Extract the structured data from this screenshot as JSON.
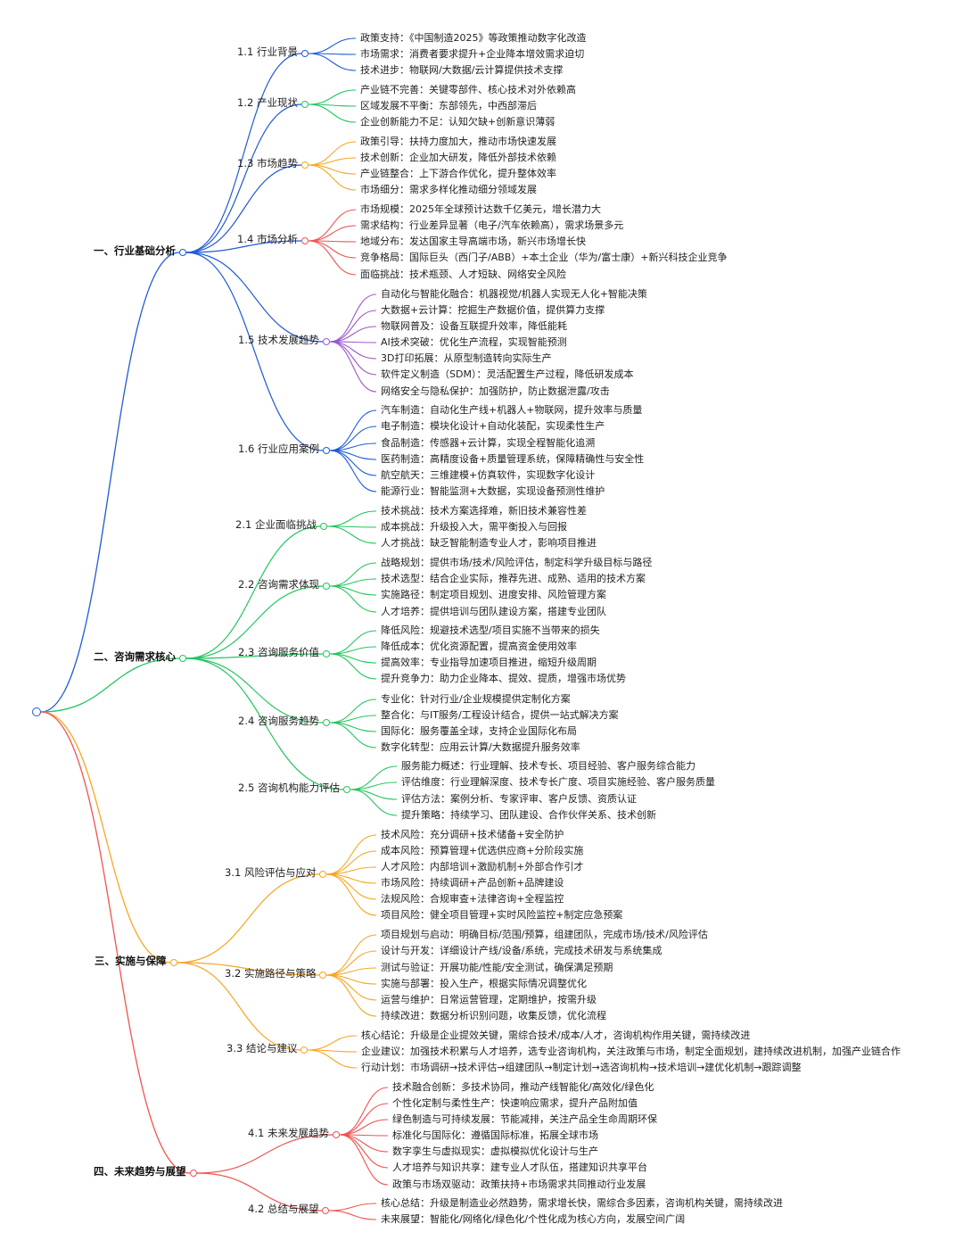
{
  "colors": {
    "root": "#1f5bd6",
    "branches": [
      "#1f5bd6",
      "#22c55e",
      "#f5a623",
      "#ef5350"
    ]
  },
  "branches": [
    {
      "label": "一、行业基础分析",
      "children": [
        {
          "label": "1.1 行业背景",
          "color": "#1f5bd6",
          "children": [
            "政策支持：《中国制造2025》等政策推动数字化改造",
            "市场需求：消费者要求提升+企业降本增效需求迫切",
            "技术进步：物联网/大数据/云计算提供技术支撑"
          ]
        },
        {
          "label": "1.2 产业现状",
          "color": "#22c55e",
          "children": [
            "产业链不完善：关键零部件、核心技术对外依赖高",
            "区域发展不平衡：东部领先，中西部滞后",
            "企业创新能力不足：认知欠缺+创新意识薄弱"
          ]
        },
        {
          "label": "1.3 市场趋势",
          "color": "#f5a623",
          "children": [
            "政策引导：扶持力度加大，推动市场快速发展",
            "技术创新：企业加大研发，降低外部技术依赖",
            "产业链整合：上下游合作优化，提升整体效率",
            "市场细分：需求多样化推动细分领域发展"
          ]
        },
        {
          "label": "1.4 市场分析",
          "color": "#ef5350",
          "children": [
            "市场规模：2025年全球预计达数千亿美元，增长潜力大",
            "需求结构：行业差异显著（电子/汽车依赖高），需求场景多元",
            "地域分布：发达国家主导高端市场，新兴市场增长快",
            "竞争格局：国际巨头（西门子/ABB）+本土企业（华为/富士康）+新兴科技企业竞争",
            "面临挑战：技术瓶颈、人才短缺、网络安全风险"
          ]
        },
        {
          "label": "1.5 技术发展趋势",
          "color": "#9b59d0",
          "children": [
            "自动化与智能化融合：机器视觉/机器人实现无人化+智能决策",
            "大数据+云计算：挖掘生产数据价值，提供算力支撑",
            "物联网普及：设备互联提升效率，降低能耗",
            "AI技术突破：优化生产流程，实现智能预测",
            "3D打印拓展：从原型制造转向实际生产",
            "软件定义制造（SDM）：灵活配置生产过程，降低研发成本",
            "网络安全与隐私保护：加强防护，防止数据泄露/攻击"
          ]
        },
        {
          "label": "1.6 行业应用案例",
          "color": "#1f5bd6",
          "children": [
            "汽车制造：自动化生产线+机器人+物联网，提升效率与质量",
            "电子制造：模块化设计+自动化装配，实现柔性生产",
            "食品制造：传感器+云计算，实现全程智能化追溯",
            "医药制造：高精度设备+质量管理系统，保障精确性与安全性",
            "航空航天：三维建模+仿真软件，实现数字化设计",
            "能源行业：智能监测+大数据，实现设备预测性维护"
          ]
        }
      ]
    },
    {
      "label": "二、咨询需求核心",
      "children": [
        {
          "label": "2.1 企业面临挑战",
          "color": "#22c55e",
          "children": [
            "技术挑战：技术方案选择难，新旧技术兼容性差",
            "成本挑战：升级投入大，需平衡投入与回报",
            "人才挑战：缺乏智能制造专业人才，影响项目推进"
          ]
        },
        {
          "label": "2.2 咨询需求体现",
          "color": "#22c55e",
          "children": [
            "战略规划：提供市场/技术/风险评估，制定科学升级目标与路径",
            "技术选型：结合企业实际，推荐先进、成熟、适用的技术方案",
            "实施路径：制定项目规划、进度安排、风险管理方案",
            "人才培养：提供培训与团队建设方案，搭建专业团队"
          ]
        },
        {
          "label": "2.3 咨询服务价值",
          "color": "#22c55e",
          "children": [
            "降低风险：规避技术选型/项目实施不当带来的损失",
            "降低成本：优化资源配置，提高资金使用效率",
            "提高效率：专业指导加速项目推进，缩短升级周期",
            "提升竞争力：助力企业降本、提效、提质，增强市场优势"
          ]
        },
        {
          "label": "2.4 咨询服务趋势",
          "color": "#22c55e",
          "children": [
            "专业化：针对行业/企业规模提供定制化方案",
            "整合化：与IT服务/工程设计结合，提供一站式解决方案",
            "国际化：服务覆盖全球，支持企业国际化布局",
            "数字化转型：应用云计算/大数据提升服务效率"
          ]
        },
        {
          "label": "2.5 咨询机构能力评估",
          "color": "#22c55e",
          "children": [
            "服务能力概述：行业理解、技术专长、项目经验、客户服务综合能力",
            "评估维度：行业理解深度、技术专长广度、项目实施经验、客户服务质量",
            "评估方法：案例分析、专家评审、客户反馈、资质认证",
            "提升策略：持续学习、团队建设、合作伙伴关系、技术创新"
          ]
        }
      ]
    },
    {
      "label": "三、实施与保障",
      "children": [
        {
          "label": "3.1 风险评估与应对",
          "color": "#f5a623",
          "children": [
            "技术风险：充分调研+技术储备+安全防护",
            "成本风险：预算管理+优选供应商+分阶段实施",
            "人才风险：内部培训+激励机制+外部合作引才",
            "市场风险：持续调研+产品创新+品牌建设",
            "法规风险：合规审查+法律咨询+全程监控",
            "项目风险：健全项目管理+实时风险监控+制定应急预案"
          ]
        },
        {
          "label": "3.2 实施路径与策略",
          "color": "#f5a623",
          "children": [
            "项目规划与启动：明确目标/范围/预算，组建团队，完成市场/技术/风险评估",
            "设计与开发：详细设计产线/设备/系统，完成技术研发与系统集成",
            "测试与验证：开展功能/性能/安全测试，确保满足预期",
            "实施与部署：投入生产，根据实际情况调整优化",
            "运营与维护：日常运营管理，定期维护，按需升级",
            "持续改进：数据分析识别问题，收集反馈，优化流程"
          ]
        },
        {
          "label": "3.3 结论与建议",
          "color": "#f5a623",
          "children": [
            "核心结论：升级是企业提效关键，需综合技术/成本/人才，咨询机构作用关键，需持续改进",
            "企业建议：加强技术积累与人才培养，选专业咨询机构，关注政策与市场，制定全面规划，建持续改进机制，加强产业链合作",
            "行动计划：市场调研→技术评估→组建团队→制定计划→选咨询机构→技术培训→建优化机制→跟踪调整"
          ]
        }
      ]
    },
    {
      "label": "四、未来趋势与展望",
      "children": [
        {
          "label": "4.1 未来发展趋势",
          "color": "#ef5350",
          "children": [
            "技术融合创新：多技术协同，推动产线智能化/高效化/绿色化",
            "个性化定制与柔性生产：快速响应需求，提升产品附加值",
            "绿色制造与可持续发展：节能减排，关注产品全生命周期环保",
            "标准化与国际化：遵循国际标准，拓展全球市场",
            "数字孪生与虚拟现实：虚拟模拟优化设计与生产",
            "人才培养与知识共享：建专业人才队伍，搭建知识共享平台",
            "政策与市场双驱动：政策扶持+市场需求共同推动行业发展"
          ]
        },
        {
          "label": "4.2 总结与展望",
          "color": "#ef5350",
          "children": [
            "核心总结：升级是制造业必然趋势，需求增长快，需综合多因素，咨询机构关键，需持续改进",
            "未来展望：智能化/网络化/绿色化/个性化成为核心方向，发展空间广阔"
          ]
        }
      ]
    }
  ]
}
